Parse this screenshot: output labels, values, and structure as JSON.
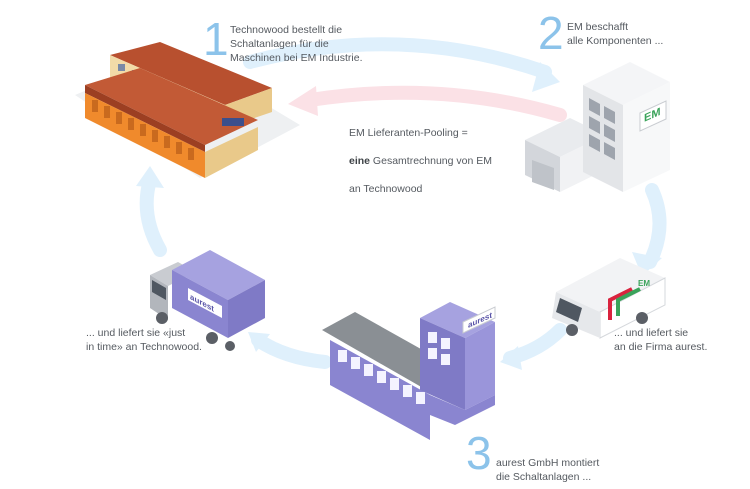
{
  "steps": [
    {
      "number": "1",
      "text": "Technowood bestellt die\nSchaltanlagen für die\nMaschinen bei EM Industrie."
    },
    {
      "number": "2",
      "text": "EM beschafft\nalle Komponenten ..."
    },
    {
      "number": "3",
      "text": "aurest GmbH montiert\ndie Schaltanlagen ..."
    }
  ],
  "pooling": {
    "line1": "EM Lieferanten-Pooling =",
    "bold": "eine",
    "line2_rest": " Gesamtrechnung von EM",
    "line3": "an Technowood"
  },
  "deliveries": {
    "em_to_aurest": "... und liefert sie\nan die Firma aurest.",
    "aurest_to_technowood": "... und liefert sie «just\nin time» an Technowood."
  },
  "logos": {
    "em": "EM",
    "aurest": "aurest"
  },
  "colors": {
    "cycle_arrow": "#dff0fc",
    "pooling_arrow": "#fbe1e6",
    "step_number": "#8cc3ea",
    "aurest_purple": "#8a85d0",
    "roof": "#b8502f",
    "facade_orange": "#f08a2c",
    "em_red": "#d9233e",
    "em_green": "#3aa35a"
  }
}
